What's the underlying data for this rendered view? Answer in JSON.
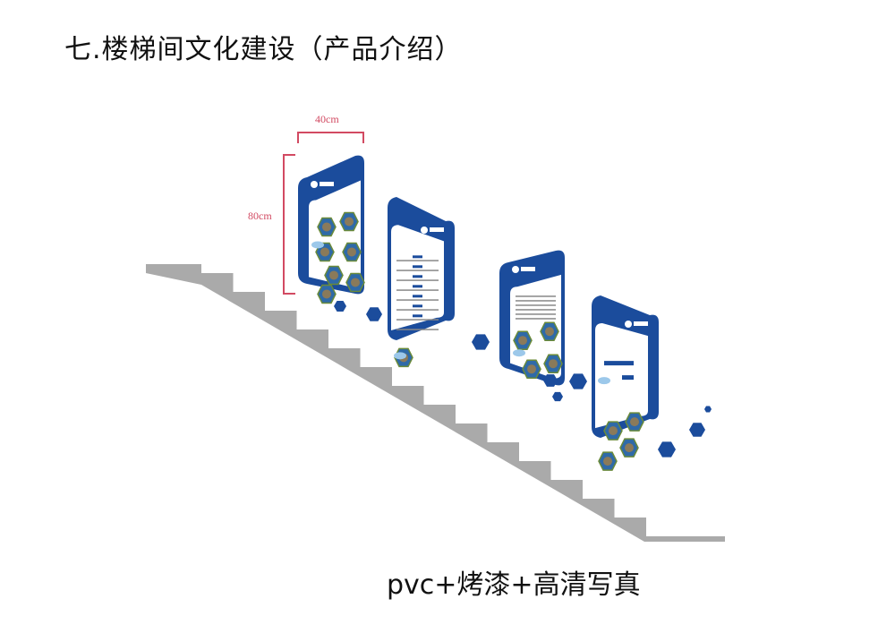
{
  "title": "七.楼梯间文化建设（产品介绍）",
  "caption": "pvc+烤漆+高清写真",
  "dimensions": {
    "width": "40cm",
    "height": "80cm"
  },
  "colors": {
    "panel_blue": "#1b4c9c",
    "stairs_gray": "#aaaaaa",
    "dimension_red": "#d24a62",
    "light_blue": "#9cc8ea"
  },
  "panels": [
    {
      "name": "photo-panel-1",
      "content": "photos"
    },
    {
      "name": "text-panel-2",
      "content": "text"
    },
    {
      "name": "text-photo-panel-3",
      "content": "text-photos"
    },
    {
      "name": "slogan-panel-4",
      "content": "slogan-photos"
    }
  ]
}
